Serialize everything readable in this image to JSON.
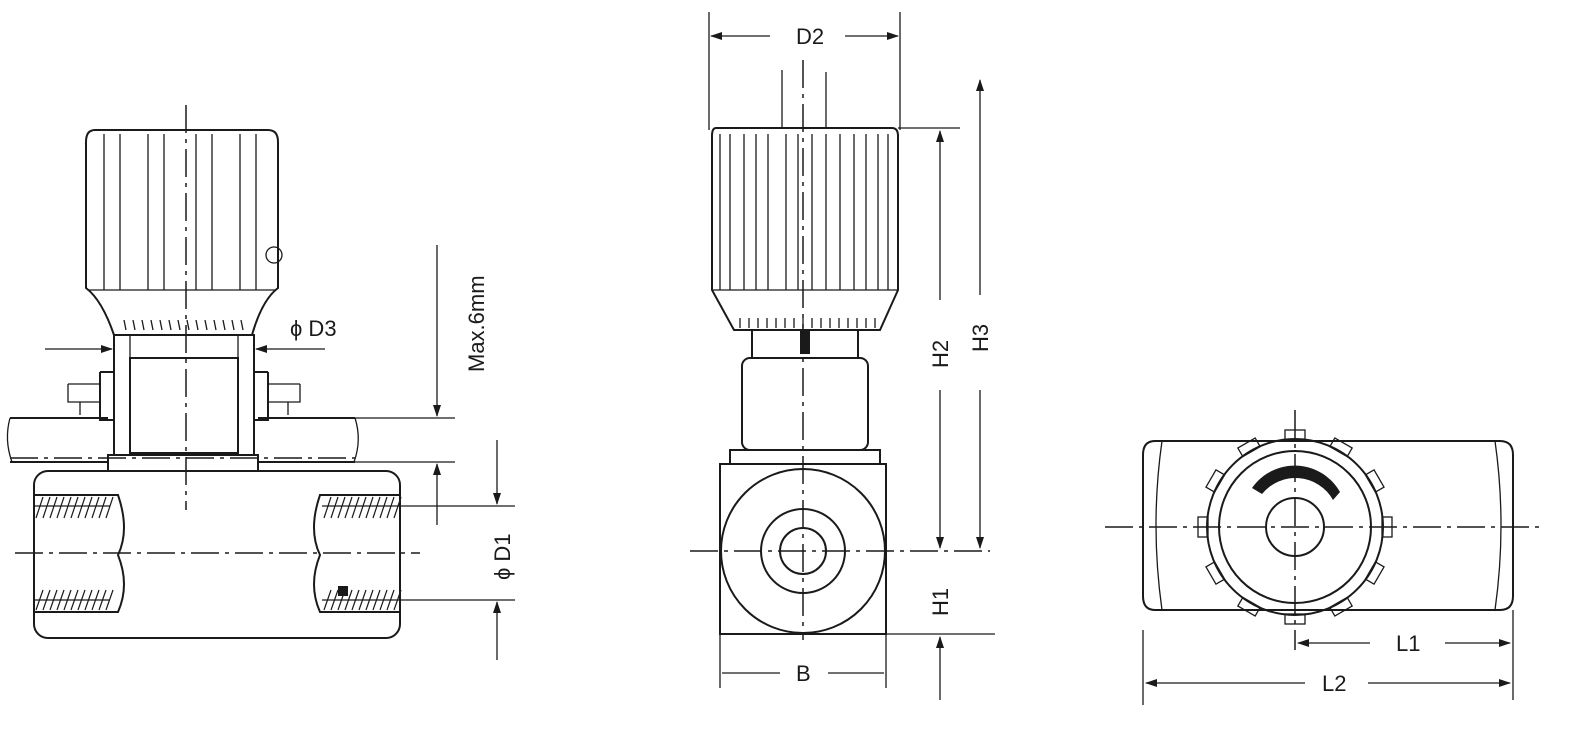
{
  "labels": {
    "d3": "ϕ D3",
    "max": "Max.6mm",
    "d1": "ϕ D1",
    "d2": "D2",
    "h2": "H2",
    "h3": "H3",
    "h1": "H1",
    "b": "B",
    "l1": "L1",
    "l2": "L2"
  },
  "colors": {
    "ink": "#1a1a1a",
    "background": "#ffffff"
  }
}
